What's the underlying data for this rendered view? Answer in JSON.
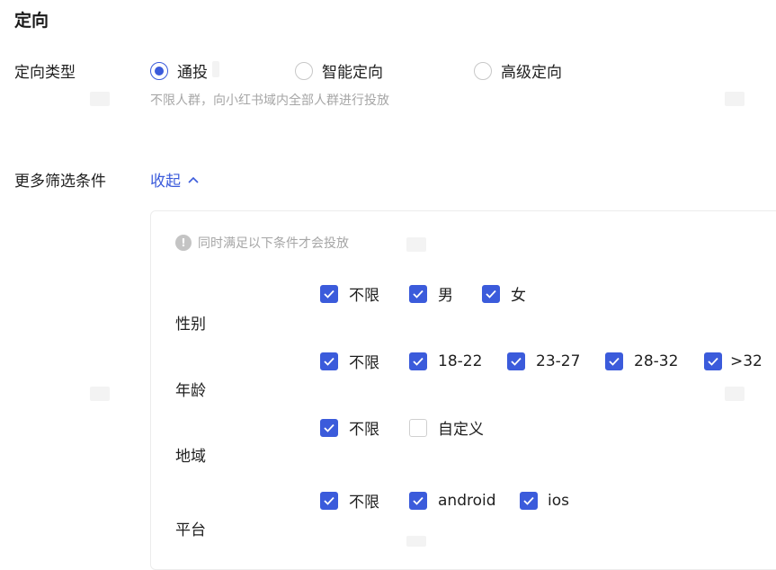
{
  "section_title": "定向",
  "targeting": {
    "label": "定向类型",
    "options": [
      {
        "label": "通投",
        "selected": true
      },
      {
        "label": "智能定向",
        "selected": false
      },
      {
        "label": "高级定向",
        "selected": false
      }
    ],
    "hint": "不限人群，向小红书域内全部人群进行投放"
  },
  "filters": {
    "label": "更多筛选条件",
    "collapse_label": "收起",
    "notice": "同时满足以下条件才会投放",
    "gender": {
      "label": "性别",
      "options": [
        {
          "label": "不限",
          "checked": true
        },
        {
          "label": "男",
          "checked": true
        },
        {
          "label": "女",
          "checked": true
        }
      ]
    },
    "age": {
      "label": "年龄",
      "options": [
        {
          "label": "不限",
          "checked": true
        },
        {
          "label": "18-22",
          "checked": true
        },
        {
          "label": "23-27",
          "checked": true
        },
        {
          "label": "28-32",
          "checked": true
        },
        {
          "label": ">32",
          "checked": true
        }
      ]
    },
    "region": {
      "label": "地域",
      "options": [
        {
          "label": "不限",
          "checked": true
        },
        {
          "label": "自定义",
          "checked": false
        }
      ]
    },
    "platform": {
      "label": "平台",
      "options": [
        {
          "label": "不限",
          "checked": true
        },
        {
          "label": "android",
          "checked": true
        },
        {
          "label": "ios",
          "checked": true
        }
      ]
    }
  },
  "colors": {
    "accent": "#3b5bdb",
    "hint": "#a6a6a6",
    "text": "#1f1f1f"
  }
}
